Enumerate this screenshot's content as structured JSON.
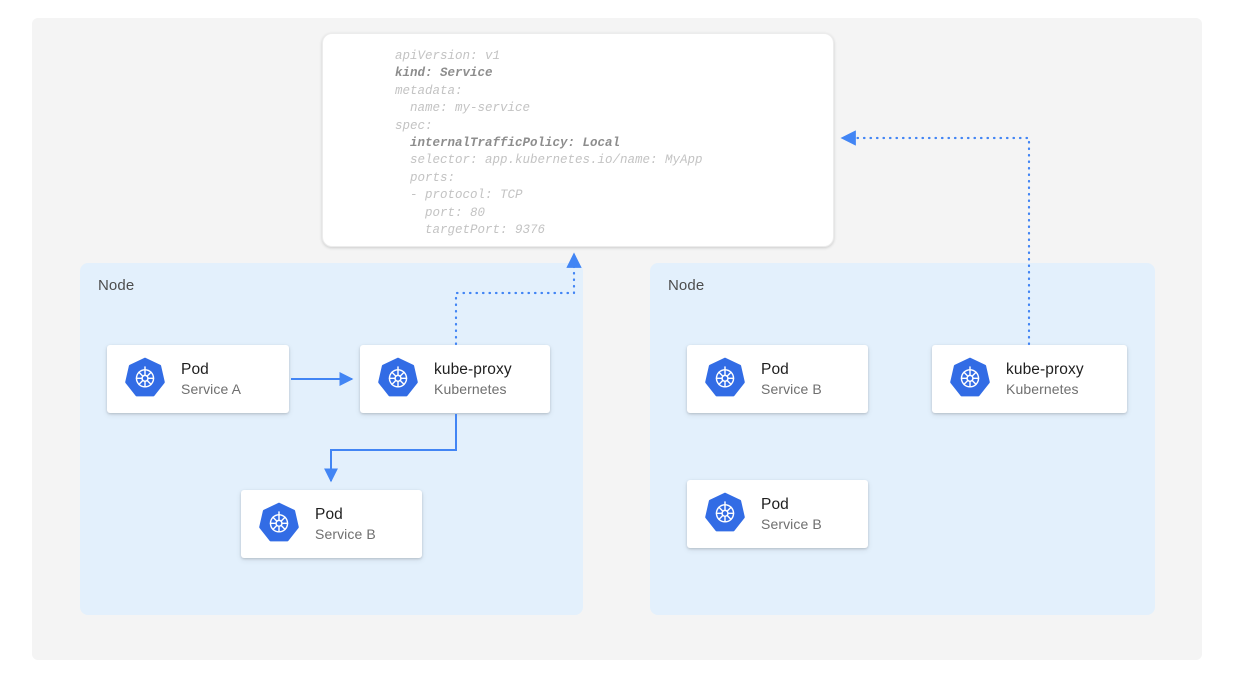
{
  "colors": {
    "page_background": "#ffffff",
    "canvas_background": "#f4f4f4",
    "node_background": "#e3f0fc",
    "card_background": "#ffffff",
    "accent_blue": "#4285f4",
    "k8s_logo_blue": "#326ce5",
    "title_text": "#1f1f1f",
    "subtitle_text": "#6f6f6f",
    "yaml_text": "#c3c3c3",
    "yaml_text_emphasis": "#8d8d8d"
  },
  "yaml_card": {
    "name": "service-manifest",
    "lines": [
      {
        "text": "apiVersion: v1",
        "bold": false
      },
      {
        "text": "kind: Service",
        "bold": true,
        "key": "kind: ",
        "value": "Service"
      },
      {
        "text": "metadata:",
        "bold": false
      },
      {
        "text": "  name: my-service",
        "bold": false
      },
      {
        "text": "spec:",
        "bold": false
      },
      {
        "text": "  internalTrafficPolicy: Local",
        "bold": true
      },
      {
        "text": "  selector: app.kubernetes.io/name: MyApp",
        "bold": false
      },
      {
        "text": "  ports:",
        "bold": false
      },
      {
        "text": "  - protocol: TCP",
        "bold": false
      },
      {
        "text": "    port: 80",
        "bold": false
      },
      {
        "text": "    targetPort: 9376",
        "bold": false
      }
    ]
  },
  "nodes": [
    {
      "label": "Node",
      "side": "left",
      "cards": [
        {
          "title": "Pod",
          "subtitle": "Service A",
          "icon": "kubernetes-logo-icon"
        },
        {
          "title": "kube-proxy",
          "subtitle": "Kubernetes",
          "icon": "kubernetes-logo-icon"
        },
        {
          "title": "Pod",
          "subtitle": "Service B",
          "icon": "kubernetes-logo-icon"
        }
      ]
    },
    {
      "label": "Node",
      "side": "right",
      "cards": [
        {
          "title": "Pod",
          "subtitle": "Service B",
          "icon": "kubernetes-logo-icon"
        },
        {
          "title": "kube-proxy",
          "subtitle": "Kubernetes",
          "icon": "kubernetes-logo-icon"
        },
        {
          "title": "Pod",
          "subtitle": "Service B",
          "icon": "kubernetes-logo-icon"
        }
      ]
    }
  ],
  "connectors": [
    {
      "name": "pod-a-to-kube-proxy",
      "style": "solid",
      "arrow": "right"
    },
    {
      "name": "kube-proxy-to-pod-b",
      "style": "solid",
      "arrow": "down"
    },
    {
      "name": "kube-proxy-left-to-manifest",
      "style": "dotted",
      "arrow": "up"
    },
    {
      "name": "kube-proxy-right-to-manifest",
      "style": "dotted",
      "arrow": "left"
    }
  ]
}
